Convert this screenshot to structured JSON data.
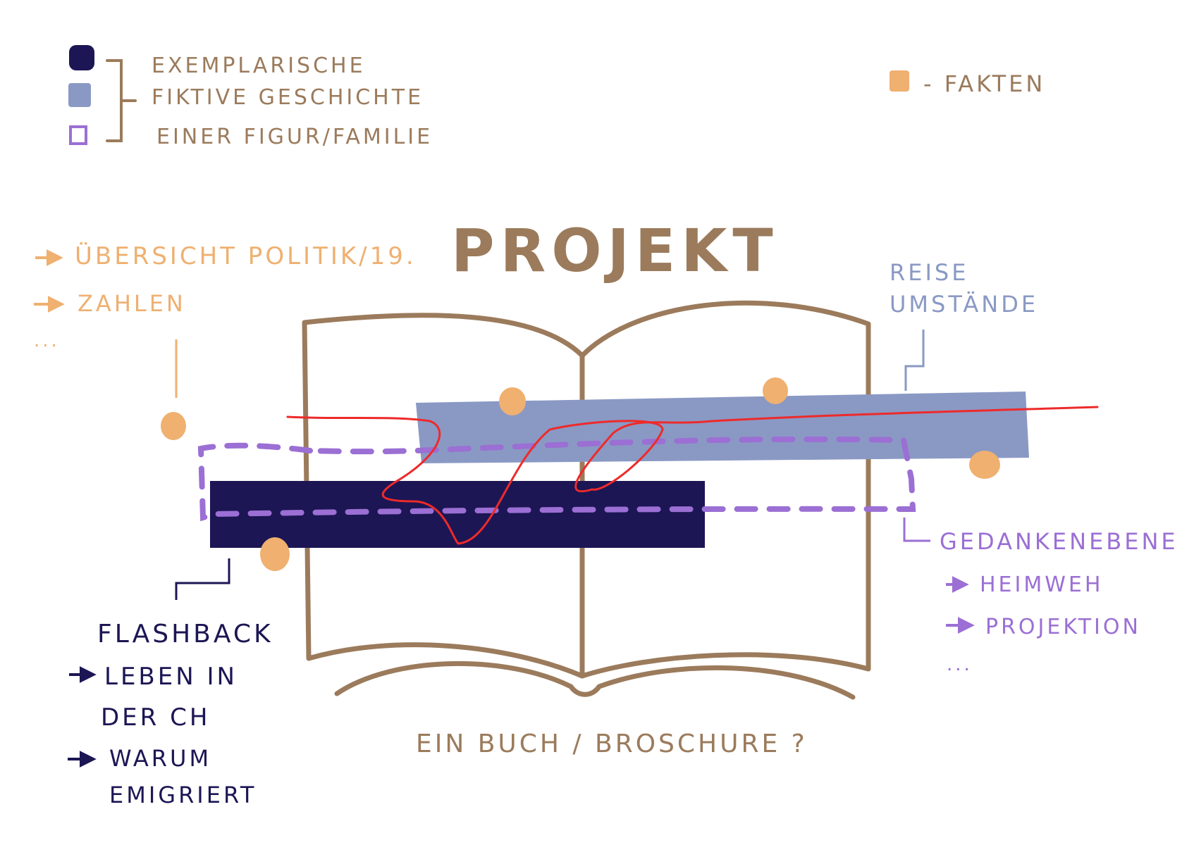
{
  "colors": {
    "brown": "#9b7b5c",
    "orange": "#efb070",
    "steel": "#8a99c4",
    "purple": "#9b6fd4",
    "navy": "#1c1654",
    "red": "#ee2a2a"
  },
  "legend": {
    "line1": "EXEMPLARISCHE",
    "line2": "FIKTIVE  GESCHICHTE",
    "line3": "EINER FIGUR/FAMILIE",
    "facts": "- FAKTEN"
  },
  "title": "PROJEKT",
  "facts_notes": {
    "item1": "ÜBERSICHT POLITIK/19.",
    "item2": "ZAHLEN",
    "ellipsis": "..."
  },
  "travel": {
    "line1": "REISE",
    "line2": "UMSTÄNDE"
  },
  "thoughts": {
    "title": "GEDANKENEBENE",
    "item1": "HEIMWEH",
    "item2": "PROJEKTION",
    "ellipsis": "..."
  },
  "flashback": {
    "title": "FLASHBACK",
    "item1_line1": "LEBEN IN",
    "item1_line2": "DER CH",
    "item2_line1": "WARUM",
    "item2_line2": "EMIGRIERT"
  },
  "caption": "EIN BUCH / BROSCHURE ?"
}
